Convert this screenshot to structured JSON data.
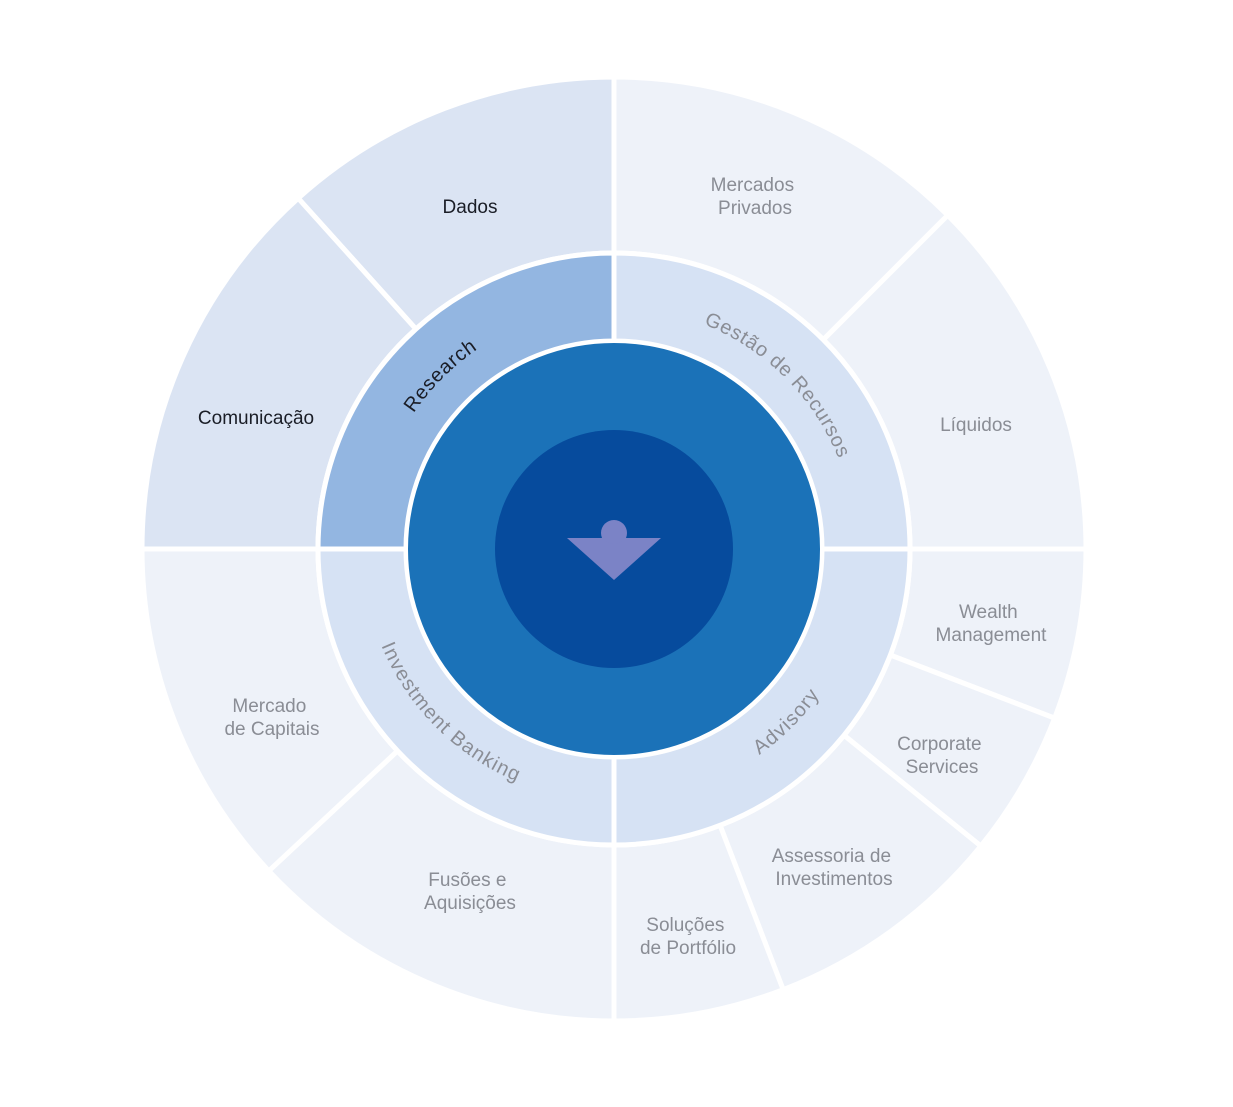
{
  "colors": {
    "outer_fill": "#eef2f9",
    "outer_fill_active": "#dbe4f3",
    "middle_fill": "#d6e2f4",
    "middle_fill_active": "#93b6e1",
    "core_outer": "#1b72b8",
    "core_inner": "#064b9d",
    "logo": "#7b83c6",
    "text_muted": "#8a8d95",
    "text_active": "#1a1d26"
  },
  "center": {
    "logo_icon": "v-person-logo-icon"
  },
  "divisions": [
    {
      "key": "research",
      "label": "Research",
      "active": true,
      "services": [
        {
          "key": "comunicacao",
          "lines": [
            "Comunicação"
          ]
        },
        {
          "key": "dados",
          "lines": [
            "Dados"
          ]
        }
      ]
    },
    {
      "key": "gestao",
      "label": "Gestão de Recursos",
      "active": false,
      "services": [
        {
          "key": "mercados-privados",
          "lines": [
            "Mercados",
            "Privados"
          ]
        },
        {
          "key": "liquidos",
          "lines": [
            "Líquidos"
          ]
        }
      ]
    },
    {
      "key": "advisory",
      "label": "Advisory",
      "active": false,
      "services": [
        {
          "key": "wealth",
          "lines": [
            "Wealth",
            "Management"
          ]
        },
        {
          "key": "corporate",
          "lines": [
            "Corporate",
            "Services"
          ]
        },
        {
          "key": "assessoria",
          "lines": [
            "Assessoria de",
            "Investimentos"
          ]
        },
        {
          "key": "solucoes",
          "lines": [
            "Soluções",
            "de Portfólio"
          ]
        }
      ]
    },
    {
      "key": "investment-banking",
      "label": "Investment Banking",
      "active": false,
      "services": [
        {
          "key": "fusoes",
          "lines": [
            "Fusões e",
            "Aquisições"
          ]
        },
        {
          "key": "mercado-capitais",
          "lines": [
            "Mercado",
            "de Capitais"
          ]
        }
      ]
    }
  ]
}
